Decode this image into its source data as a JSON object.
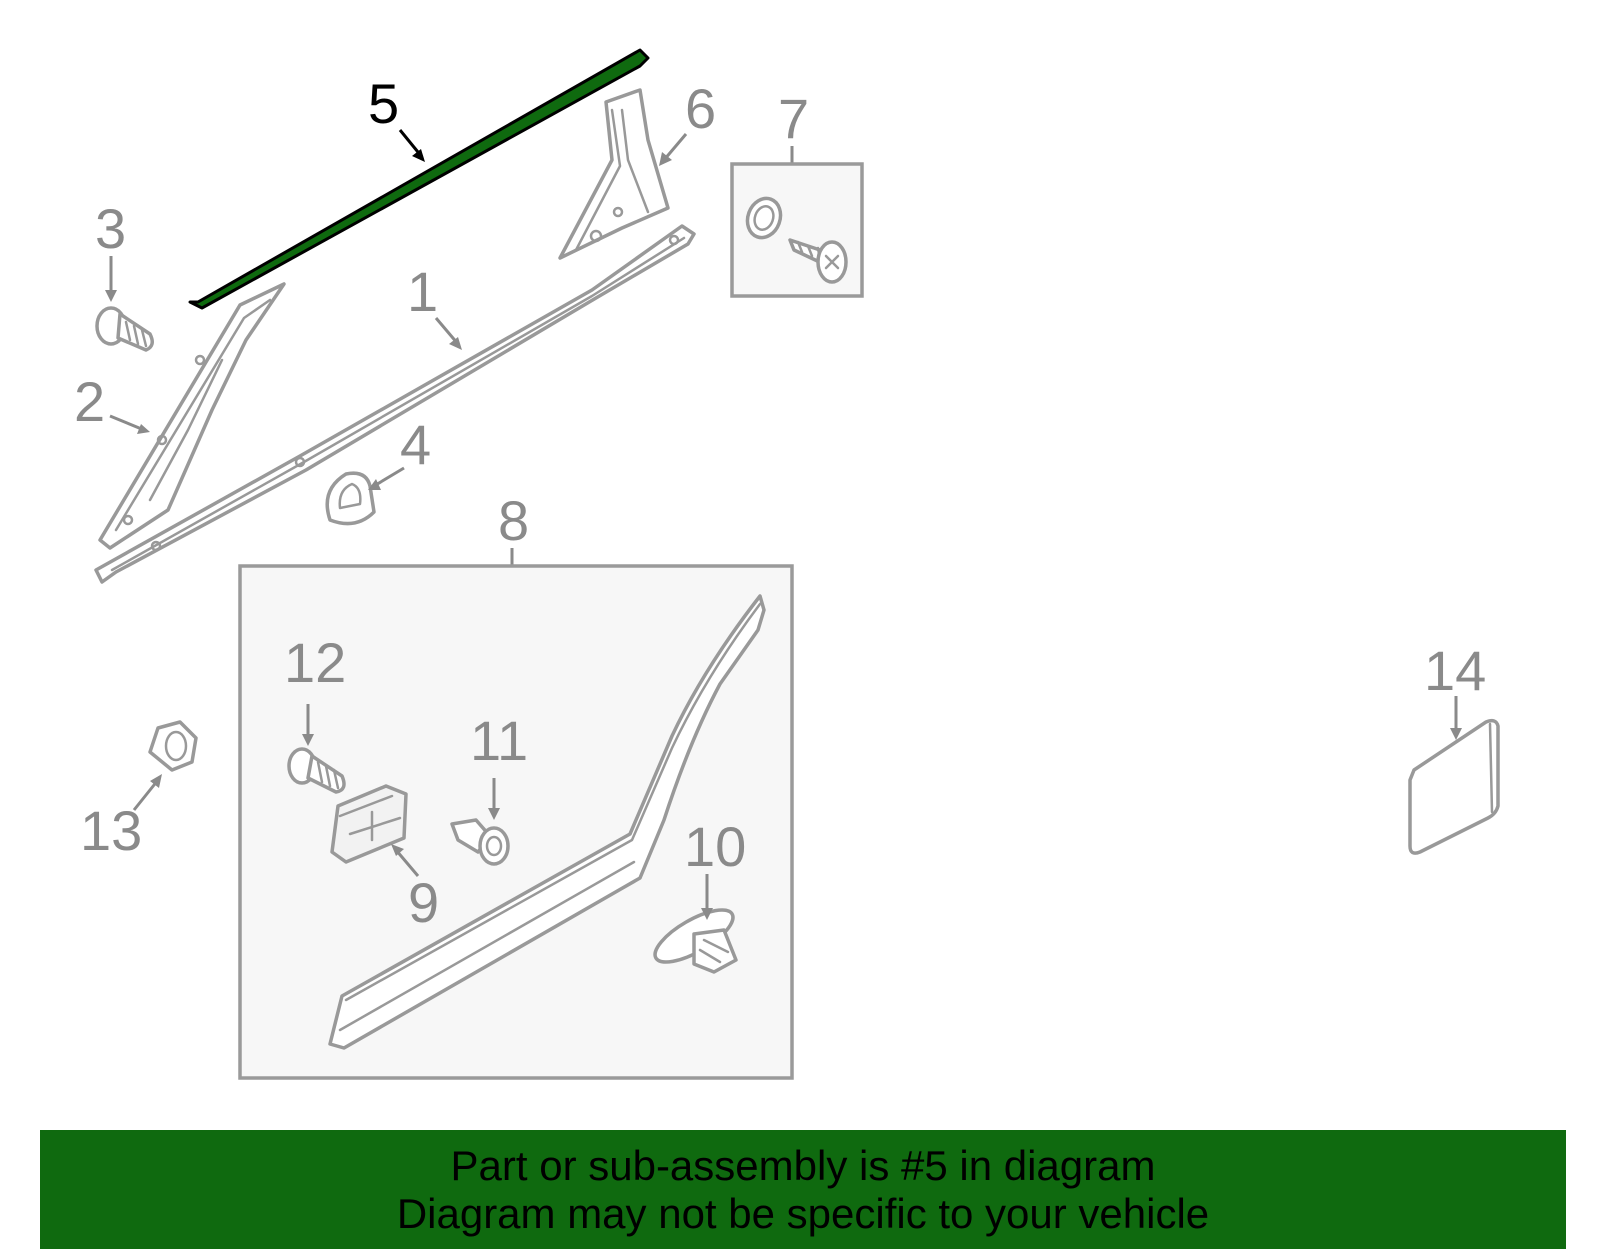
{
  "callouts": {
    "c1": "1",
    "c2": "2",
    "c3": "3",
    "c4": "4",
    "c5": "5",
    "c6": "6",
    "c7": "7",
    "c8": "8",
    "c9": "9",
    "c10": "10",
    "c11": "11",
    "c12": "12",
    "c13": "13",
    "c14": "14"
  },
  "highlighted_part": "5",
  "highlight_color": "#0f6a0f",
  "banner": {
    "line1": "Part or sub-assembly is #5 in diagram",
    "line2": "Diagram may not be specific to your vehicle",
    "background": "#0f6a0f"
  }
}
